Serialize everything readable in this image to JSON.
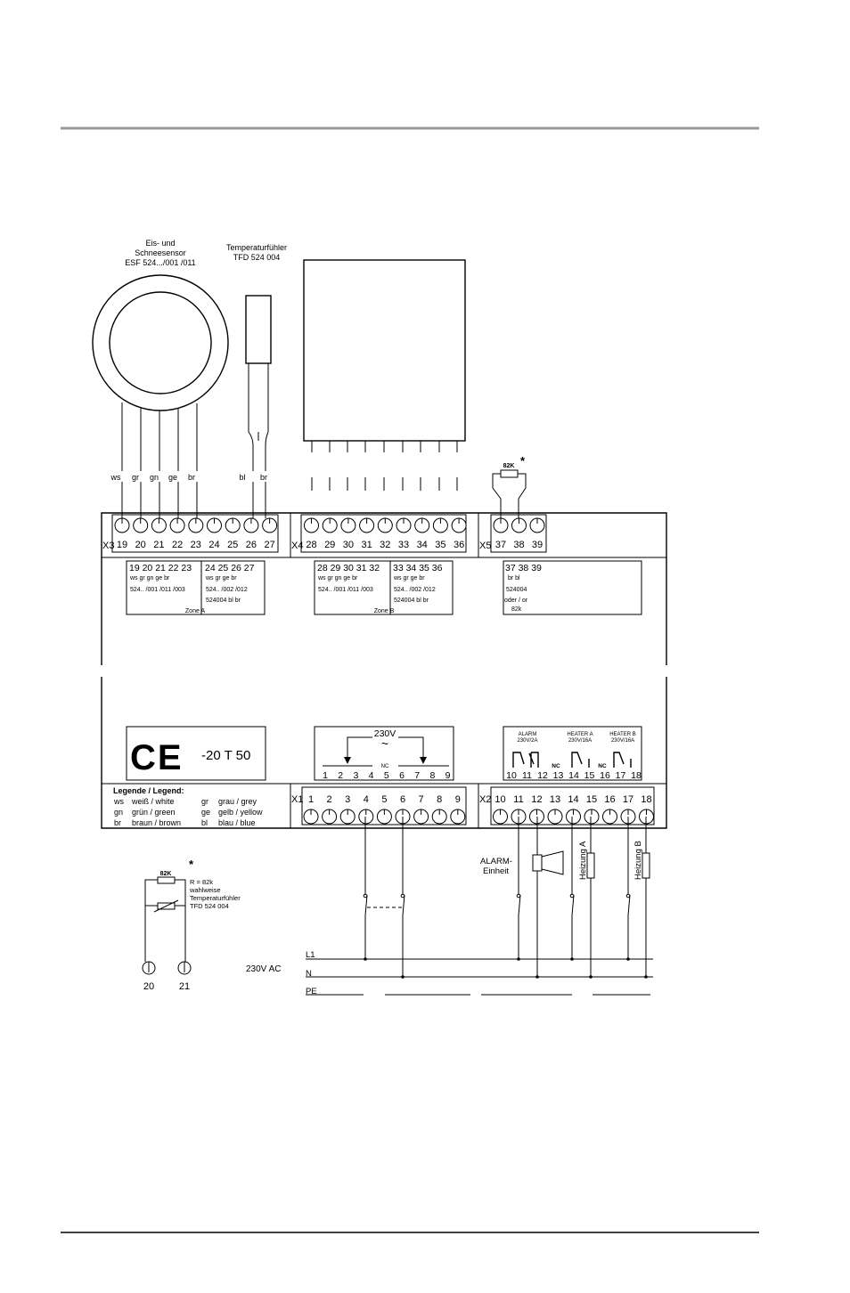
{
  "sensor": {
    "title_lines": [
      "Eis- und",
      "Schneesensor",
      "ESF 524.../001 /011"
    ],
    "wires": [
      "ws",
      "gr",
      "gn",
      "ge",
      "br"
    ]
  },
  "temp_sensor": {
    "title_lines": [
      "Temperaturfühler",
      "TFD 524 004"
    ],
    "wires": [
      "bl",
      "br"
    ]
  },
  "resistor_top": {
    "label": "82K",
    "mark": "*"
  },
  "x3": {
    "name": "X3",
    "terminals": [
      "19",
      "20",
      "21",
      "22",
      "23",
      "24",
      "25",
      "26",
      "27"
    ]
  },
  "x4": {
    "name": "X4",
    "terminals": [
      "28",
      "29",
      "30",
      "31",
      "32",
      "33",
      "34",
      "35",
      "36"
    ]
  },
  "x5": {
    "name": "X5",
    "terminals": [
      "37",
      "38",
      "39"
    ]
  },
  "zone_a": {
    "left": {
      "nums": "19 20 21 22 23",
      "colors": "ws  gr  gn  ge  br",
      "types": "524.. /001 /011 /003"
    },
    "right": {
      "nums": "24 25 26 27",
      "colors": "ws  gr  ge  br",
      "types": "524..  /002 /012",
      "extra": "524004   bl   br"
    },
    "caption": "Zone A"
  },
  "zone_b": {
    "left": {
      "nums": "28 29 30 31 32",
      "colors": "ws  gr  gn  ge  br",
      "types": "524.. /001 /011 /003"
    },
    "right": {
      "nums": "33 34 35 36",
      "colors": "ws  gr  ge  br",
      "types": "524..  /002 /012",
      "extra": "524004   bl   br"
    },
    "caption": "Zone B"
  },
  "x5_legend": {
    "nums": "37 38 39",
    "colors": "br   bl",
    "type": "524004",
    "alt": "oder / or",
    "value": "82k"
  },
  "ce": {
    "mark": "CE",
    "rating": "-20 T 50"
  },
  "supply_box": {
    "voltage": "230V",
    "tilde": "~",
    "nc": "NC",
    "nums": [
      "1",
      "2",
      "3",
      "4",
      "5",
      "6",
      "7",
      "8",
      "9"
    ]
  },
  "relay_box": {
    "alarm": {
      "title": "ALARM",
      "rating": "230V/2A"
    },
    "heater_a": {
      "title": "HEATER A",
      "rating": "230V/16A"
    },
    "heater_b": {
      "title": "HEATER B",
      "rating": "230V/16A"
    },
    "nc": "NC",
    "nums": [
      "10",
      "11",
      "12",
      "13",
      "14",
      "15",
      "16",
      "17",
      "18"
    ]
  },
  "legend": {
    "title": "Legende / Legend:",
    "rows": [
      {
        "a": "ws",
        "a_text": "weiß / white",
        "b": "gr",
        "b_text": "grau / grey"
      },
      {
        "a": "gn",
        "a_text": "grün / green",
        "b": "ge",
        "b_text": "gelb  / yellow"
      },
      {
        "a": "br",
        "a_text": "braun / brown",
        "b": "bl",
        "b_text": "blau  / blue"
      }
    ]
  },
  "x1": {
    "name": "X1",
    "terminals": [
      "1",
      "2",
      "3",
      "4",
      "5",
      "6",
      "7",
      "8",
      "9"
    ]
  },
  "x2": {
    "name": "X2",
    "terminals": [
      "10",
      "11",
      "12",
      "13",
      "14",
      "15",
      "16",
      "17",
      "18"
    ]
  },
  "bottom": {
    "alarm_unit": [
      "ALARM-",
      "Einheit"
    ],
    "heizung_a": "Heizung A",
    "heizung_b": "Heizung B",
    "supply": "230V AC",
    "lines": [
      "L1",
      "N",
      "PE"
    ]
  },
  "option_note": {
    "resistor": "82K",
    "mark": "*",
    "lines": [
      "R = 82k",
      "wahlweise",
      "Temperaturfühler",
      "TFD 524 004"
    ],
    "terminals": [
      "20",
      "21"
    ]
  }
}
